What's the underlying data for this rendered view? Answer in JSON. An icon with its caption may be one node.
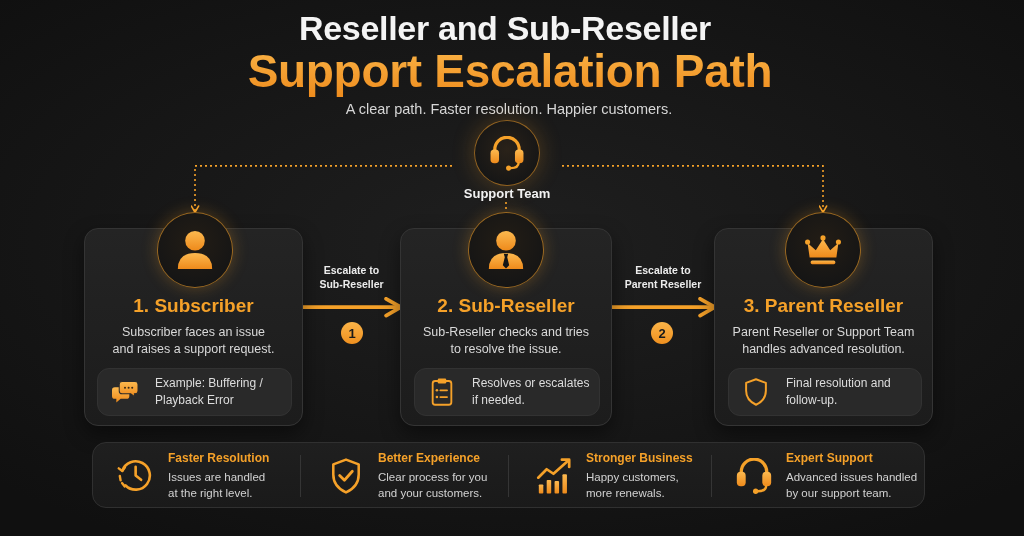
{
  "diagram": {
    "title": "Reseller and Sub-Reseller",
    "nodes": [
      {
        "text": [
          "Support Team"
        ]
      },
      {
        "text": [],
        "shape": "circle"
      },
      {
        "text": [
          "1. Subscriber",
          "Subscriber faces an issue and raises a support request."
        ]
      },
      {
        "text": [
          "Example: Buffering / Playback Error"
        ],
        "in": 2
      },
      {
        "text": [],
        "shape": "circle"
      },
      {
        "text": [
          "2. Sub-Reseller",
          "Sub-Reseller checks and tries to resolve the issue."
        ]
      },
      {
        "text": [
          "Resolves or escalates if needed."
        ],
        "in": 5
      },
      {
        "text": [],
        "shape": "circle"
      },
      {
        "text": [
          "3. Parent Reseller",
          "Parent Reseller or Support Team handles advanced resolution."
        ]
      },
      {
        "text": [
          "Final resolution and follow-up."
        ],
        "in": 8
      },
      {
        "text": [],
        "shape": "box"
      },
      {
        "text": [
          "Faster Resolution",
          "Issues are handled at the right level."
        ],
        "in": 10
      },
      {
        "text": [
          "Better Experience",
          "Clear process for you and your customers."
        ],
        "in": 10
      },
      {
        "text": [
          "Stronger Business",
          "Happy customers, more renewals."
        ],
        "in": 10
      },
      {
        "text": [
          "Expert Support",
          "Advanced issues handled by our support team."
        ],
        "in": 10
      }
    ],
    "edges": [
      {
        "from": 0,
        "to": 1,
        "arrow": "to",
        "style": "dashed"
      },
      {
        "from": 0,
        "to": 4,
        "arrow": "none",
        "style": "dashed"
      },
      {
        "from": 0,
        "to": 7,
        "arrow": "to",
        "style": "dashed"
      },
      {
        "from": 2,
        "to": 5,
        "arrow": "to",
        "label": "Escalate to Sub-Reseller",
        "style": "thick"
      },
      {
        "from": 5,
        "to": 8,
        "arrow": "to",
        "label": "Escalate to Parent Reseller",
        "style": "thick"
      }
    ],
    "labels": [
      "Support Escalation Path",
      "A clear path. Faster resolution. Happier customers.",
      "1",
      "2"
    ]
  }
}
